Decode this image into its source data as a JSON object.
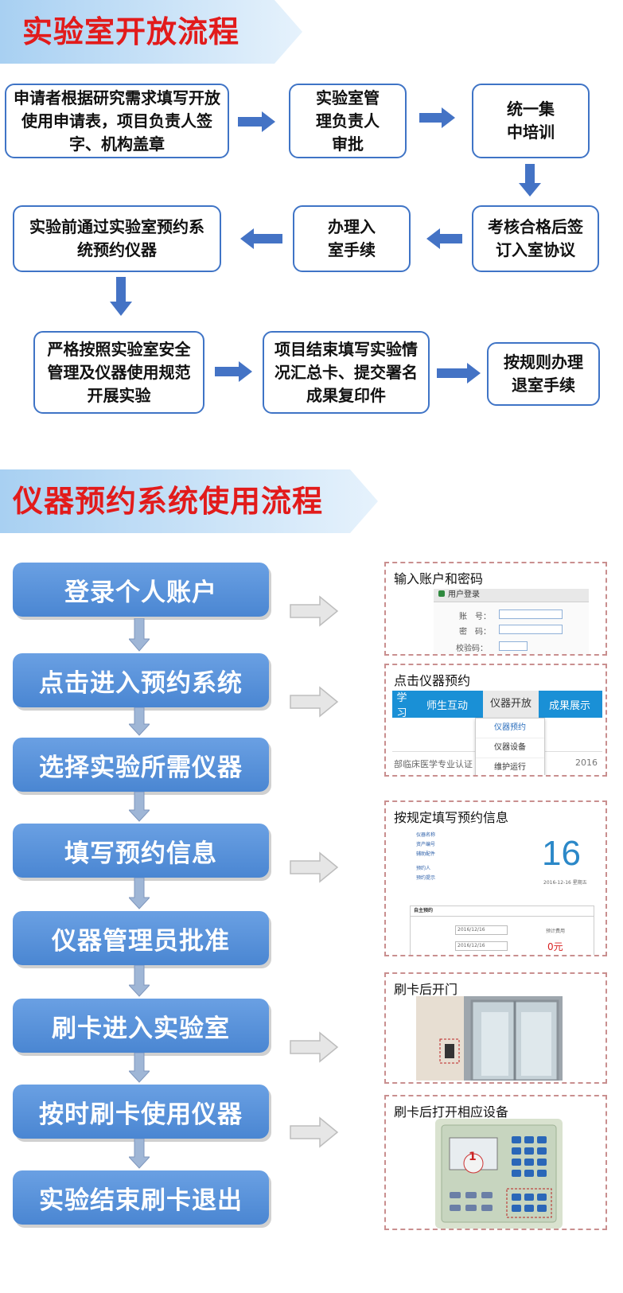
{
  "section1": {
    "title": "实验室开放流程",
    "boxes": [
      "申请者根据研究需求填写开放使用申请表，项目负责人签字、机构盖章",
      "实验室管理负责人审批",
      "统一集中培训",
      "考核合格后签订入室协议",
      "办理入室手续",
      "实验前通过实验室预约系统预约仪器",
      "严格按照实验室安全管理及仪器使用规范开展实验",
      "项目结束填写实验情况汇总卡、提交署名成果复印件",
      "按规则办理退室手续"
    ]
  },
  "section2": {
    "title": "仪器预约系统使用流程",
    "steps": [
      "登录个人账户",
      "点击进入预约系统",
      "选择实验所需仪器",
      "填写预约信息",
      "仪器管理员批准",
      "刷卡进入实验室",
      "按时刷卡使用仪器",
      "实验结束刷卡退出"
    ],
    "panels": {
      "login": {
        "title": "输入账户和密码",
        "header": "用户登录",
        "labels": [
          "账　号：",
          "密　码：",
          "校验码："
        ]
      },
      "menu": {
        "title": "点击仪器预约",
        "nav": [
          "学习",
          "师生互动",
          "仪器开放",
          "成果展示"
        ],
        "dropdown": [
          "仪器预约",
          "仪器设备",
          "维护运行"
        ],
        "row_text": "部临床医学专业认证",
        "row_year": "2016"
      },
      "form": {
        "title": "按规定填写预约信息",
        "day": "16",
        "date_line": "2016-12-16 星期五",
        "fields": [
          "仪器名称",
          "资产编号",
          "辅助配件",
          "预约人",
          "预约提示"
        ],
        "section_label": "自主预约",
        "date1": "2016/12/16",
        "date2": "2016/12/16",
        "fee_label": "预计费用",
        "fee_value": "0元"
      },
      "door": {
        "title": "刷卡后开门"
      },
      "device": {
        "title": "刷卡后打开相应设备",
        "screen_num": "1"
      }
    }
  }
}
